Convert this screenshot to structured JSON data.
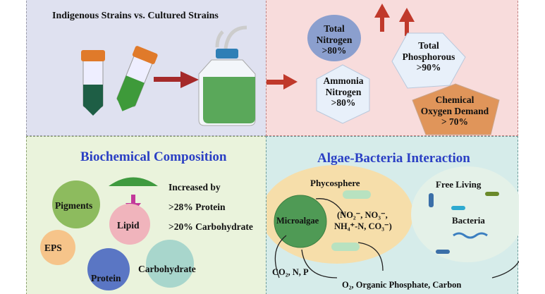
{
  "strains_panel": {
    "title": "Indigenous  Strains vs. Cultured Strains"
  },
  "removal_panel": {
    "total_nitrogen": [
      "Total",
      "Nitrogen",
      ">80%"
    ],
    "ammonia_nitrogen": [
      "Ammonia",
      "Nitrogen",
      ">80%"
    ],
    "total_phosphorous": [
      "Total",
      "Phosphorous",
      ">90%"
    ],
    "cod": [
      "Chemical",
      "Oxygen Demand",
      "> 70%"
    ]
  },
  "biochem_panel": {
    "title": "Biochemical Composition",
    "increase_label": "Increased by",
    "protein_increase": ">28% Protein",
    "carb_increase": ">20% Carbohydrate",
    "blobs": {
      "pigments": "Pigments",
      "lipid": "Lipid",
      "eps": "EPS",
      "protein": "Protein",
      "carbohydrate": "Carbohydrate"
    }
  },
  "interaction_panel": {
    "title": "Algae-Bacteria Interaction",
    "phycosphere": "Phycosphere",
    "microalgae": "Microalgae",
    "nutrients_line1": "(NO₂⁻, NO₃⁻,",
    "nutrients_line2": "NH₄⁺-N, CO₃⁻)",
    "free_living": "Free Living",
    "bacteria": "Bacteria",
    "inputs": "CO₂, N, P",
    "outputs": "O₂, Organic Phosphate, Carbon"
  },
  "colors": {
    "arrow": "#a52a2a",
    "title_blue": "#2a3fc4",
    "algae_green": "#4f9a55"
  }
}
